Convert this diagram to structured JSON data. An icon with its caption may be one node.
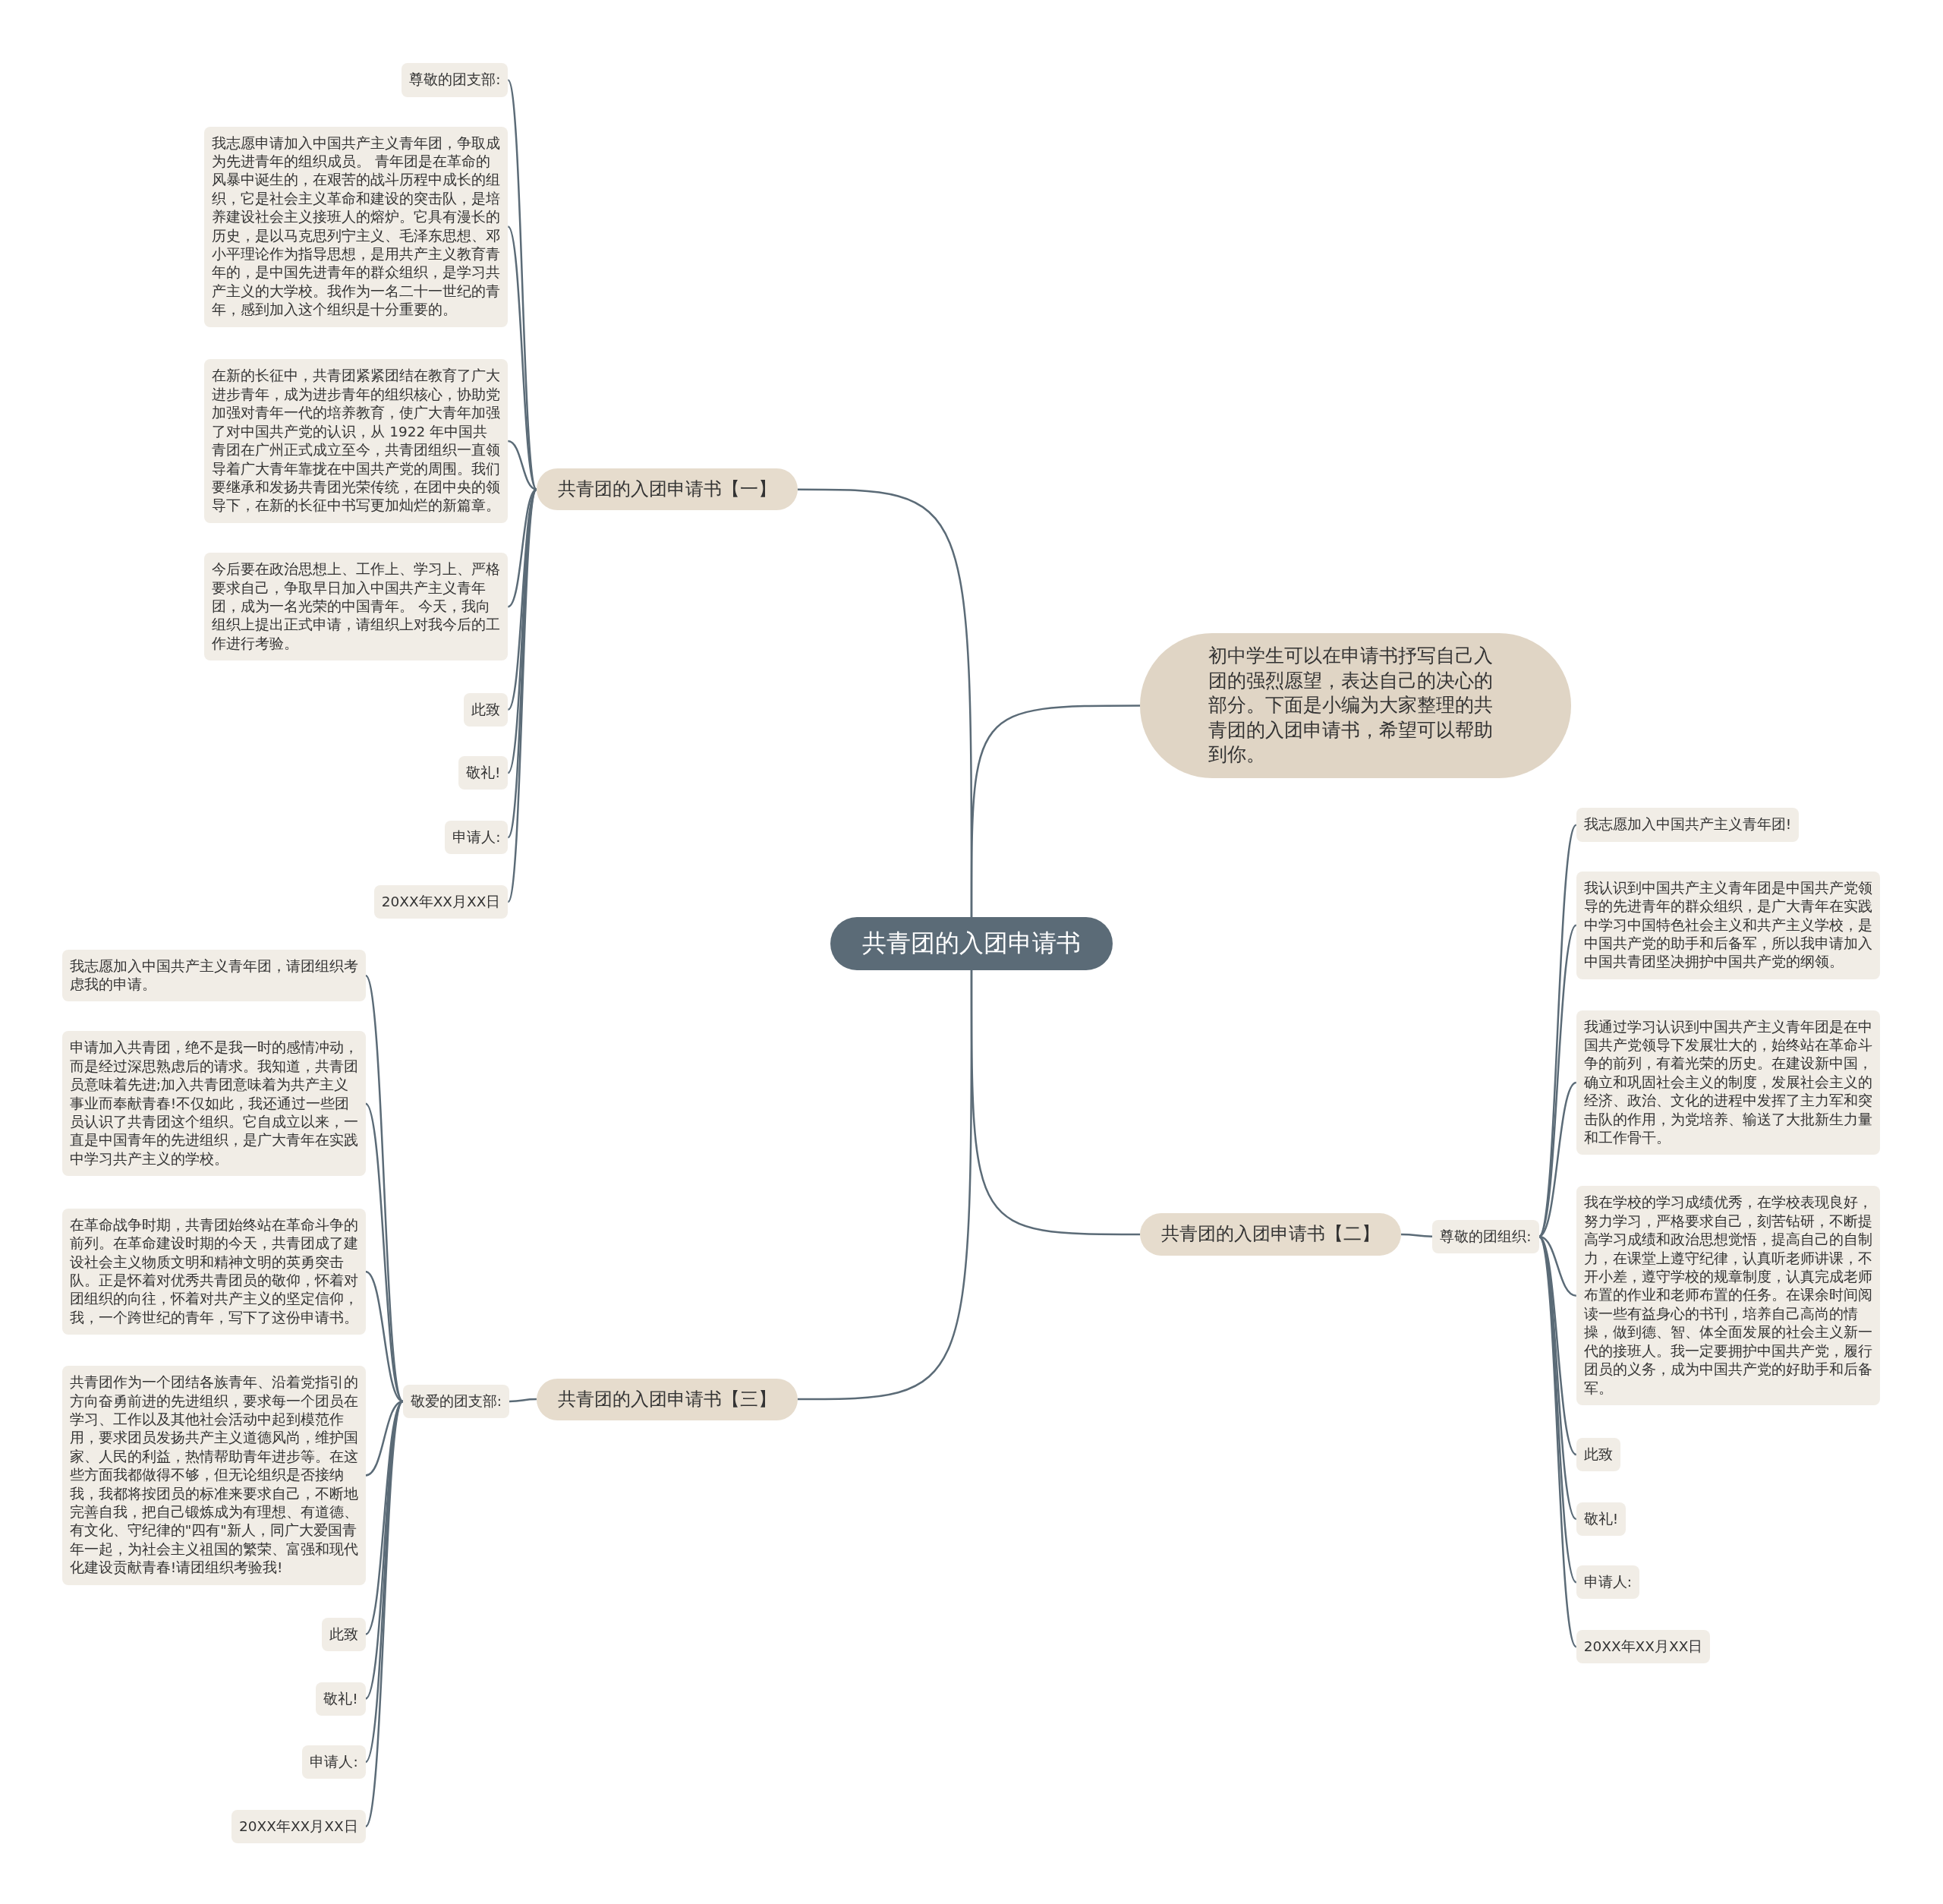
{
  "diagram": {
    "nodes": [
      {
        "text": [
          "共青团的入团申请书"
        ]
      },
      {
        "text": [
          "共青团的入团申请书【一】"
        ]
      },
      {
        "text": [
          "初中学生可以在申请书抒写自己入团的强烈愿望，表达自己的决心的部分。下面是小编为大家整理的共青团的入团申请书，希望可以帮助到你。"
        ]
      },
      {
        "text": [
          "共青团的入团申请书【二】"
        ]
      },
      {
        "text": [
          "共青团的入团申请书【三】"
        ]
      },
      {
        "text": [
          "尊敬的团支部:"
        ]
      },
      {
        "text": [
          "我志愿申请加入中国共产主义青年团，争取成为先进青年的组织成员。 青年团是在革命的风暴中诞生的，在艰苦的战斗历程中成长的组织，它是社会主义革命和建设的突击队，是培养建设社会主义接班人的熔炉。它具有漫长的历史，是以马克思列宁主义、毛泽东思想、邓小平理论作为指导思想，是用共产主义教育青年的，是中国先进青年的群众组织，是学习共产主义的大学校。我作为一名二十一世纪的青年，感到加入这个组织是十分重要的。"
        ]
      },
      {
        "text": [
          "在新的长征中，共青团紧紧团结在教育了广大进步青年，成为进步青年的组织核心，协助党加强对青年一代的培养教育，使广大青年加强了对中国共产党的认识，从 1922 年中国共青团在广州正式成立至今，共青团组织一直领导着广大青年靠拢在中国共产党的周围。我们要继承和发扬共青团光荣传统，在团中央的领导下，在新的长征中书写更加灿烂的新篇章。"
        ]
      },
      {
        "text": [
          "今后要在政治思想上、工作上、学习上、严格要求自己，争取早日加入中国共产主义青年团，成为一名光荣的中国青年。 今天，我向组织上提出正式申请，请组织上对我今后的工作进行考验。"
        ]
      },
      {
        "text": [
          "此致"
        ]
      },
      {
        "text": [
          "敬礼!"
        ]
      },
      {
        "text": [
          "申请人:"
        ]
      },
      {
        "text": [
          "20XX年XX月XX日"
        ]
      },
      {
        "text": [
          "尊敬的团组织:"
        ]
      },
      {
        "text": [
          "我志愿加入中国共产主义青年团!"
        ]
      },
      {
        "text": [
          "我认识到中国共产主义青年团是中国共产党领导的先进青年的群众组织，是广大青年在实践中学习中国特色社会主义和共产主义学校，是中国共产党的助手和后备军，所以我申请加入中国共青团坚决拥护中国共产党的纲领。"
        ]
      },
      {
        "text": [
          "我通过学习认识到中国共产主义青年团是在中国共产党领导下发展壮大的，始终站在革命斗争的前列，有着光荣的历史。在建设新中国，确立和巩固社会主义的制度，发展社会主义的经济、政治、文化的进程中发挥了主力军和突击队的作用，为党培养、输送了大批新生力量和工作骨干。"
        ]
      },
      {
        "text": [
          "我在学校的学习成绩优秀，在学校表现良好，努力学习，严格要求自己，刻苦钻研，不断提高学习成绩和政治思想觉悟，提高自己的自制力，在课堂上遵守纪律，认真听老师讲课，不开小差，遵守学校的规章制度，认真完成老师布置的作业和老师布置的任务。在课余时间阅读一些有益身心的书刊，培养自己高尚的情操，做到德、智、体全面发展的社会主义新一代的接班人。我一定要拥护中国共产党，履行团员的义务，成为中国共产党的好助手和后备军。"
        ]
      },
      {
        "text": [
          "此致"
        ]
      },
      {
        "text": [
          "敬礼!"
        ]
      },
      {
        "text": [
          "申请人:"
        ]
      },
      {
        "text": [
          "20XX年XX月XX日"
        ]
      },
      {
        "text": [
          "敬爱的团支部:"
        ]
      },
      {
        "text": [
          "我志愿加入中国共产主义青年团，请团组织考虑我的申请。"
        ]
      },
      {
        "text": [
          "申请加入共青团，绝不是我一时的感情冲动，而是经过深思熟虑后的请求。我知道，共青团员意味着先进;加入共青团意味着为共产主义事业而奉献青春!不仅如此，我还通过一些团员认识了共青团这个组织。它自成立以来，一直是中国青年的先进组织，是广大青年在实践中学习共产主义的学校。"
        ]
      },
      {
        "text": [
          "在革命战争时期，共青团始终站在革命斗争的前列。在革命建设时期的今天，共青团成了建设社会主义物质文明和精神文明的英勇突击队。正是怀着对优秀共青团员的敬仰，怀着对团组织的向往，怀着对共产主义的坚定信仰，我，一个跨世纪的青年，写下了这份申请书。"
        ]
      },
      {
        "text": [
          "共青团作为一个团结各族青年、沿着党指引的方向奋勇前进的先进组织，要求每一个团员在学习、工作以及其他社会活动中起到模范作用，要求团员发扬共产主义道德风尚，维护国家、人民的利益，热情帮助青年进步等。在这些方面我都做得不够，但无论组织是否接纳我，我都将按团员的标准来要求自己，不断地完善自我，把自己锻炼成为有理想、有道德、有文化、守纪律的\"四有\"新人，同广大爱国青年一起，为社会主义祖国的繁荣、富强和现代化建设贡献青春!请团组织考验我!"
        ]
      },
      {
        "text": [
          "此致"
        ]
      },
      {
        "text": [
          "敬礼!"
        ]
      },
      {
        "text": [
          "申请人:"
        ]
      },
      {
        "text": [
          "20XX年XX月XX日"
        ]
      }
    ],
    "edges": [
      {
        "from": 0,
        "to": 1,
        "arrow": "none"
      },
      {
        "from": 0,
        "to": 2,
        "arrow": "none"
      },
      {
        "from": 0,
        "to": 3,
        "arrow": "none"
      },
      {
        "from": 0,
        "to": 4,
        "arrow": "none"
      },
      {
        "from": 1,
        "to": 5,
        "arrow": "none"
      },
      {
        "from": 1,
        "to": 6,
        "arrow": "none"
      },
      {
        "from": 1,
        "to": 7,
        "arrow": "none"
      },
      {
        "from": 1,
        "to": 8,
        "arrow": "none"
      },
      {
        "from": 1,
        "to": 9,
        "arrow": "none"
      },
      {
        "from": 1,
        "to": 10,
        "arrow": "none"
      },
      {
        "from": 1,
        "to": 11,
        "arrow": "none"
      },
      {
        "from": 1,
        "to": 12,
        "arrow": "none"
      },
      {
        "from": 3,
        "to": 13,
        "arrow": "none"
      },
      {
        "from": 13,
        "to": 14,
        "arrow": "none"
      },
      {
        "from": 13,
        "to": 15,
        "arrow": "none"
      },
      {
        "from": 13,
        "to": 16,
        "arrow": "none"
      },
      {
        "from": 13,
        "to": 17,
        "arrow": "none"
      },
      {
        "from": 13,
        "to": 18,
        "arrow": "none"
      },
      {
        "from": 13,
        "to": 19,
        "arrow": "none"
      },
      {
        "from": 13,
        "to": 20,
        "arrow": "none"
      },
      {
        "from": 13,
        "to": 21,
        "arrow": "none"
      },
      {
        "from": 4,
        "to": 22,
        "arrow": "none"
      },
      {
        "from": 22,
        "to": 23,
        "arrow": "none"
      },
      {
        "from": 22,
        "to": 24,
        "arrow": "none"
      },
      {
        "from": 22,
        "to": 25,
        "arrow": "none"
      },
      {
        "from": 22,
        "to": 26,
        "arrow": "none"
      },
      {
        "from": 22,
        "to": 27,
        "arrow": "none"
      },
      {
        "from": 22,
        "to": 28,
        "arrow": "none"
      },
      {
        "from": 22,
        "to": 29,
        "arrow": "none"
      },
      {
        "from": 22,
        "to": 30,
        "arrow": "none"
      }
    ]
  }
}
